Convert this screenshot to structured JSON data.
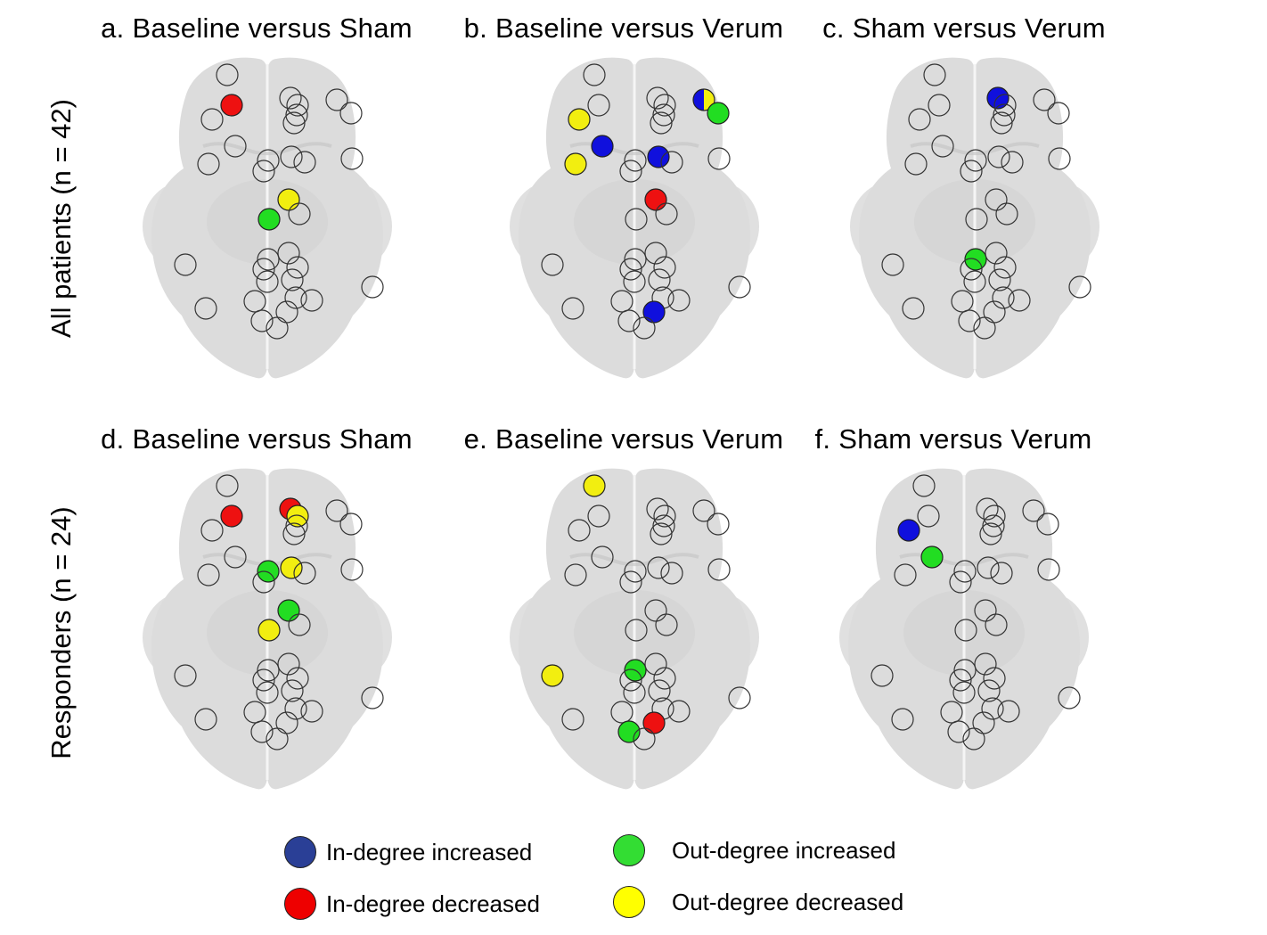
{
  "row_labels": {
    "all": "All patients  (n = 42)",
    "responders": "Responders  (n = 24)"
  },
  "panels": {
    "a": {
      "title": "a. Baseline  versus Sham"
    },
    "b": {
      "title": "b. Baseline  versus Verum"
    },
    "c": {
      "title": "c. Sham versus Verum"
    },
    "d": {
      "title": "d. Baseline  versus Sham"
    },
    "e": {
      "title": "e. Baseline  versus Verum"
    },
    "f": {
      "title": "f. Sham versus Verum"
    }
  },
  "legend": {
    "in_increased": {
      "label": "In-degree increased",
      "color": "#2a3f96"
    },
    "in_decreased": {
      "label": "In-degree decreased",
      "color": "#ee0000"
    },
    "out_increased": {
      "label": "Out-degree increased",
      "color": "#33dd33"
    },
    "out_decreased": {
      "label": "Out-degree decreased",
      "color": "#ffff00"
    }
  },
  "colors": {
    "brain": "#d6d6d6",
    "node_outline": "#333333",
    "in_increased": "#1010dd",
    "in_decreased": "#ee1111",
    "out_increased": "#22dd22",
    "out_decreased": "#f2ee10"
  },
  "highlights": {
    "a": [
      {
        "node": "mfg_l",
        "state": "in_decreased"
      },
      {
        "node": "cing_l",
        "state": "out_increased"
      },
      {
        "node": "cing_r",
        "state": "out_decreased"
      }
    ],
    "b": [
      {
        "node": "ofc_r",
        "state": "in_increased+out_decreased"
      },
      {
        "node": "sfg_r",
        "state": "out_increased"
      },
      {
        "node": "sfg_l",
        "state": "out_decreased"
      },
      {
        "node": "ifg_l",
        "state": "out_decreased"
      },
      {
        "node": "ins_l",
        "state": "in_increased"
      },
      {
        "node": "acc_r",
        "state": "in_increased"
      },
      {
        "node": "cing_r",
        "state": "in_decreased"
      },
      {
        "node": "occ_r",
        "state": "in_increased"
      }
    ],
    "c": [
      {
        "node": "mfg_r",
        "state": "in_increased"
      },
      {
        "node": "pcc_l",
        "state": "out_increased"
      }
    ],
    "d": [
      {
        "node": "mfg_l",
        "state": "in_decreased"
      },
      {
        "node": "mfg_r",
        "state": "in_decreased"
      },
      {
        "node": "mfg_r2",
        "state": "out_decreased"
      },
      {
        "node": "acc_l",
        "state": "out_increased"
      },
      {
        "node": "acc_r",
        "state": "out_decreased"
      },
      {
        "node": "cing_l",
        "state": "out_decreased"
      },
      {
        "node": "cing_r",
        "state": "out_increased"
      }
    ],
    "e": [
      {
        "node": "ofc_l",
        "state": "out_decreased"
      },
      {
        "node": "par_l",
        "state": "out_decreased"
      },
      {
        "node": "occ_l",
        "state": "out_increased"
      },
      {
        "node": "pcc_l",
        "state": "out_increased"
      },
      {
        "node": "occ_r",
        "state": "in_decreased"
      }
    ],
    "f": [
      {
        "node": "sfg_l",
        "state": "in_increased"
      },
      {
        "node": "ins_l",
        "state": "out_increased"
      }
    ]
  }
}
